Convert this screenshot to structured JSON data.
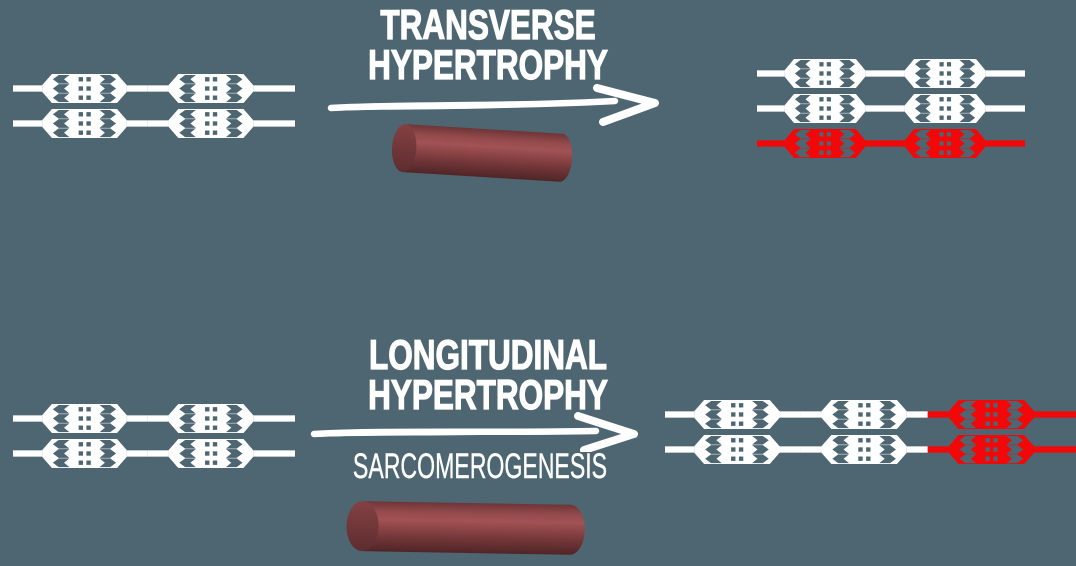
{
  "colors": {
    "background": "#4d6671",
    "white": "#ffffff",
    "red": "#f20808",
    "fiber_light": "#a15254",
    "fiber_dark": "#502527",
    "fiber_cap": "#7d3e40"
  },
  "top_section": {
    "title_line1": "TRANSVERSE",
    "title_line2": "HYPERTROPHY"
  },
  "bottom_section": {
    "title_line1": "LONGITUDINAL",
    "title_line2": "HYPERTROPHY",
    "subtitle": "SARCOMEROGENESIS"
  },
  "diagram": {
    "groups": {
      "top_left": {
        "rows": [
          [
            "white",
            "white"
          ],
          [
            "white",
            "white"
          ]
        ]
      },
      "top_right": {
        "rows": [
          [
            "white",
            "white"
          ],
          [
            "white",
            "white"
          ],
          [
            "red",
            "red"
          ]
        ]
      },
      "bottom_left": {
        "rows": [
          [
            "white",
            "white"
          ],
          [
            "white",
            "white"
          ]
        ]
      },
      "bottom_right": {
        "rows": [
          [
            "white",
            "white",
            "red"
          ],
          [
            "white",
            "white",
            "red"
          ]
        ]
      }
    }
  }
}
